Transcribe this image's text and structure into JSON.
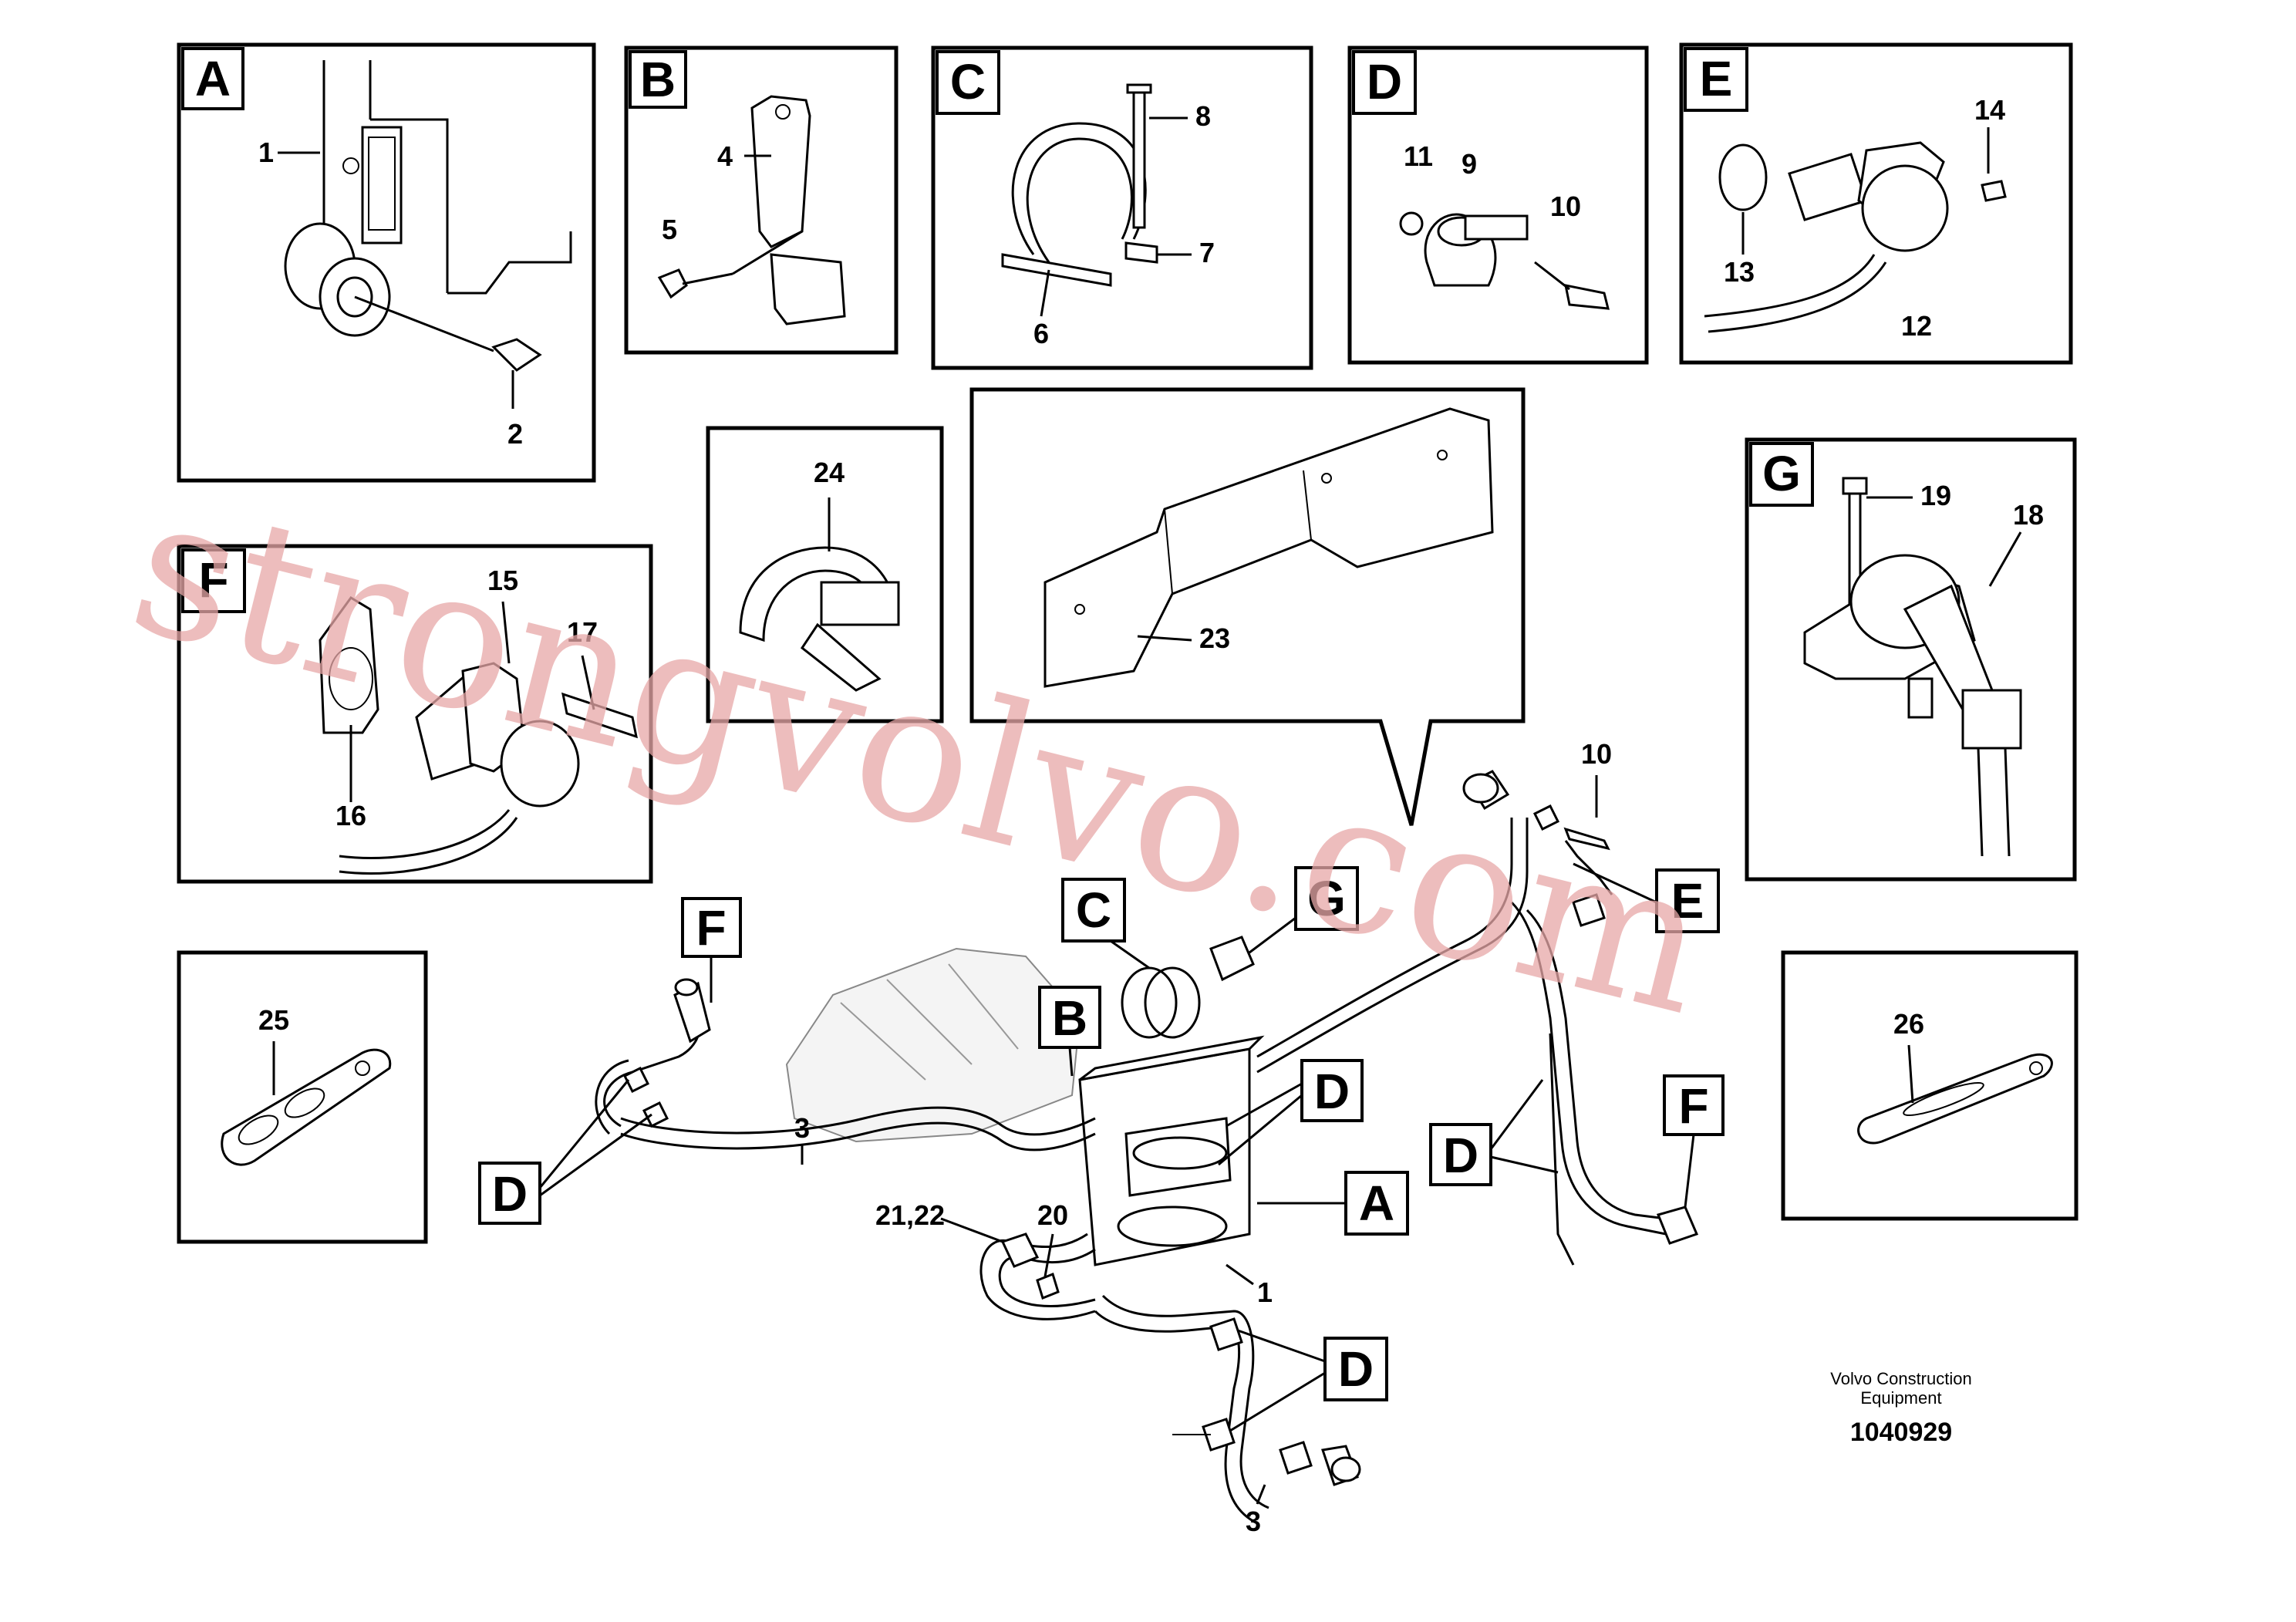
{
  "panels": {
    "A": "A",
    "B": "B",
    "C": "C",
    "D": "D",
    "E": "E",
    "F": "F",
    "G": "G"
  },
  "callouts": {
    "c1": "1",
    "c2": "2",
    "c3": "3",
    "c4": "4",
    "c5": "5",
    "c6": "6",
    "c7": "7",
    "c8": "8",
    "c9": "9",
    "c10": "10",
    "c11": "11",
    "c12": "12",
    "c13": "13",
    "c14": "14",
    "c15": "15",
    "c16": "16",
    "c17": "17",
    "c18": "18",
    "c19": "19",
    "c20": "20",
    "c21_22": "21,22",
    "c23": "23",
    "c24": "24",
    "c25": "25",
    "c26": "26"
  },
  "watermark": "strongvolvo.com",
  "footer": {
    "company_line1": "Volvo Construction",
    "company_line2": "Equipment",
    "drawing_number": "1040929"
  }
}
